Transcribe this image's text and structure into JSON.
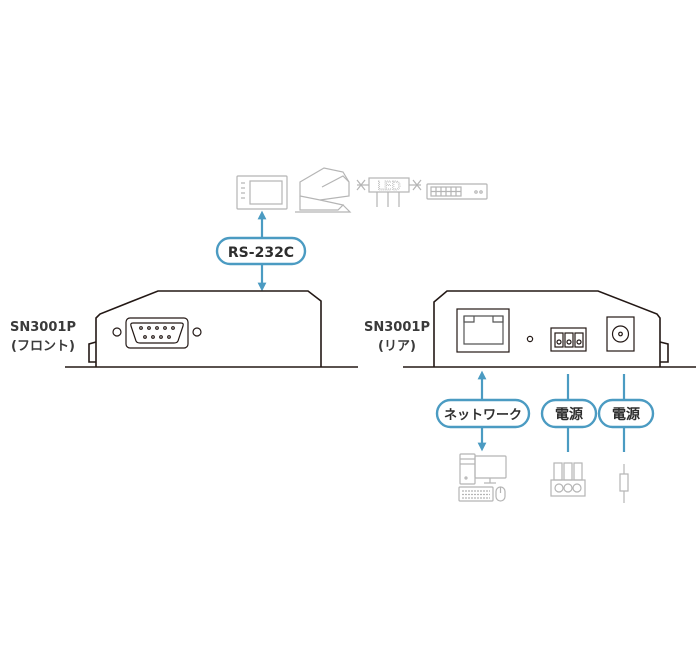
{
  "diagram": {
    "title": "SN3001P connection diagram",
    "colors": {
      "accent": "#4b9bc2",
      "device_stroke": "#231815",
      "icon_stroke": "#b5b5b5",
      "text": "#3a3a3a"
    },
    "front": {
      "model": "SN3001P",
      "side": "(フロント)",
      "port_label": "RS-232C",
      "port": "db9-serial-port",
      "peripherals": [
        "touch-panel",
        "projector",
        "led-display",
        "network-switch"
      ],
      "led_text": "LED"
    },
    "rear": {
      "model": "SN3001P",
      "side": "(リア)",
      "ports": [
        {
          "name": "rj45-port",
          "label": "ネットワーク",
          "device": "computer"
        },
        {
          "name": "terminal-block",
          "label": "電源",
          "device": "terminal-block-plug"
        },
        {
          "name": "dc-jack",
          "label": "電源",
          "device": "dc-power-plug"
        }
      ]
    }
  }
}
